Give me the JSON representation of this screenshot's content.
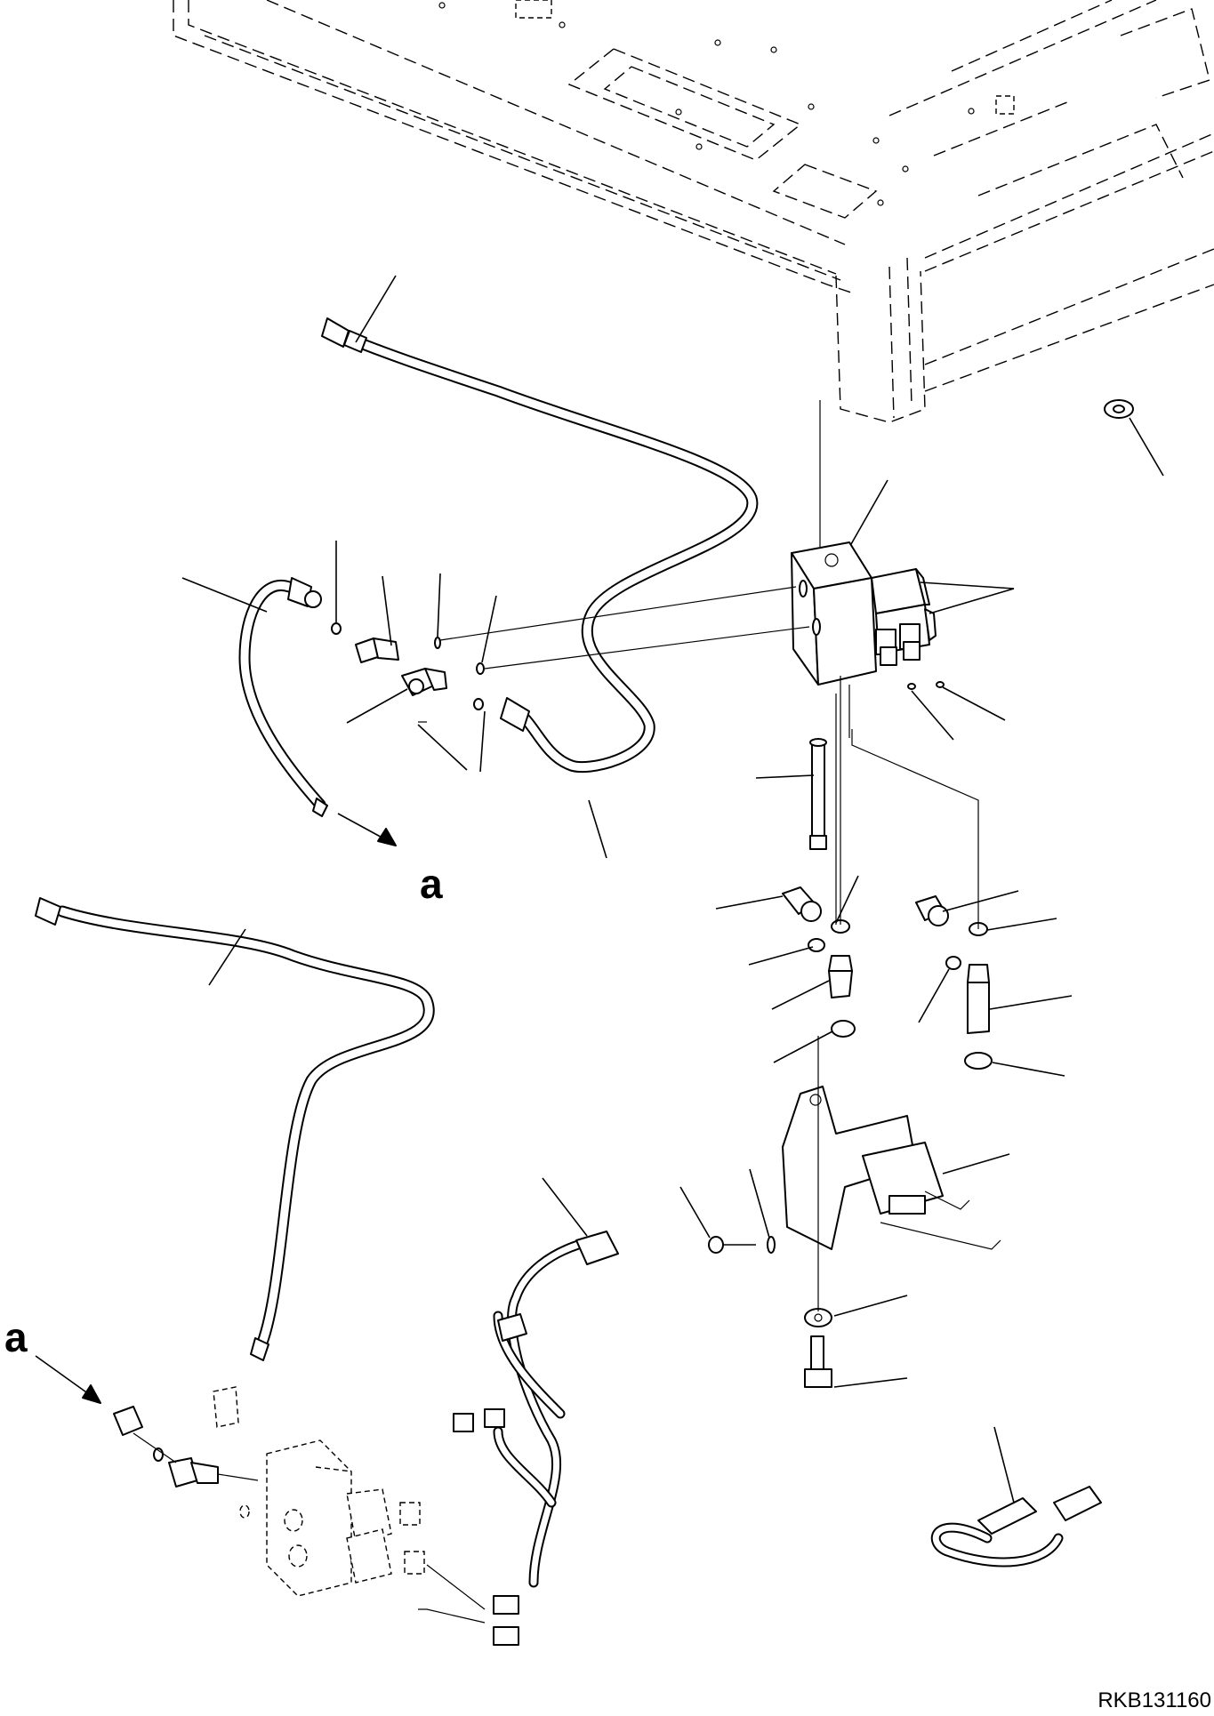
{
  "callouts": {
    "a_upper": "a",
    "a_lower": "a"
  },
  "drawing_code": "RKB131160"
}
